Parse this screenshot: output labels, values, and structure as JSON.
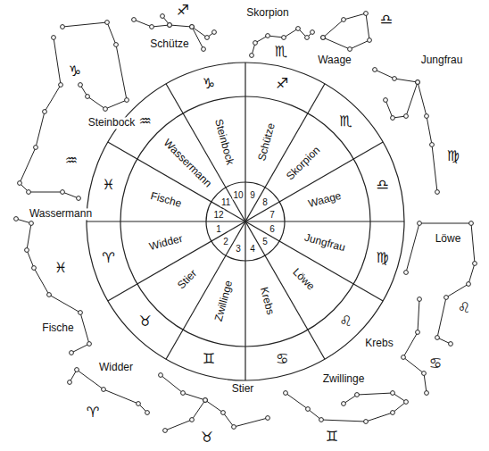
{
  "diagram": {
    "labels": [
      "♐",
      "Skorpion",
      "♎",
      "Schütze",
      "♏",
      "Waage",
      "Jungfrau",
      "♑",
      "Steinbock",
      "♍",
      "♒",
      "Wassermann",
      "Löwe",
      "♓",
      "♌",
      "Fische",
      "Krebs",
      "♋",
      "Widder",
      "Stier",
      "Zwillinge",
      "♈",
      "♊",
      "♉",
      "♈",
      "♉",
      "♊",
      "♋",
      "♌",
      "♍",
      "♎",
      "♏",
      "♐",
      "♑",
      "♒",
      "♓",
      "Widder",
      "Stier",
      "Zwillinge",
      "Krebs",
      "Löwe",
      "Jungfrau",
      "Waage",
      "Skorpion",
      "Schütze",
      "Steinbock",
      "Wassermann",
      "Fische",
      "1",
      "2",
      "3",
      "4",
      "5",
      "6",
      "7",
      "8",
      "9",
      "10",
      "11",
      "12"
    ]
  }
}
